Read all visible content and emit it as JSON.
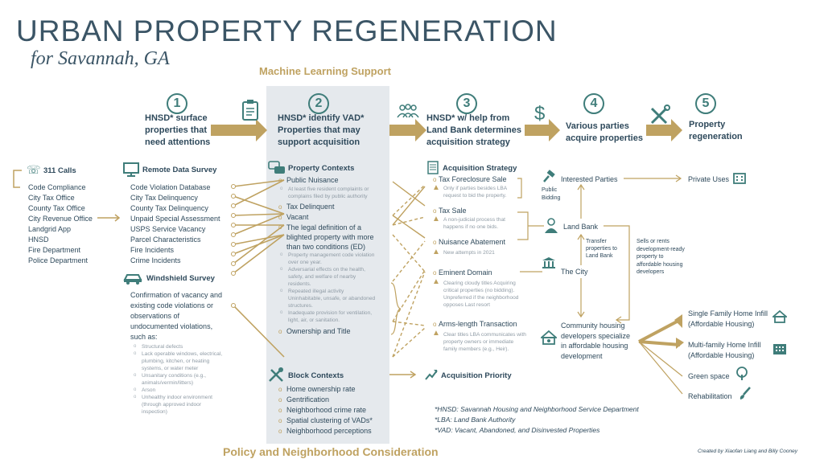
{
  "title": "URBAN PROPERTY REGENERATION",
  "subtitle": "for Savannah, GA",
  "ml_support": "Machine Learning Support",
  "policy_label": "Policy and Neighborhood Consideration",
  "steps": [
    {
      "num": "1",
      "label": "HNSD* surface properties that need attentions"
    },
    {
      "num": "2",
      "label": "HNSD* identify VAD* Properties that may support acquisition"
    },
    {
      "num": "3",
      "label": "HNSD* w/ help from Land Bank determines acquisition strategy"
    },
    {
      "num": "4",
      "label": "Various parties acquire properties"
    },
    {
      "num": "5",
      "label": "Property regeneration"
    }
  ],
  "calls": {
    "title": "311 Calls",
    "items": [
      "Code Compliance",
      "City Tax Office",
      "County Tax Office",
      "City Revenue Office",
      "Landgrid App",
      "HNSD",
      "Fire Department",
      "Police Department"
    ]
  },
  "remote": {
    "title": "Remote Data Survey",
    "items": [
      "Code Violation Database",
      "City Tax Delinquency",
      "County Tax Delinquency",
      "Unpaid Special Assessment",
      "USPS Service Vacancy",
      "Parcel Characteristics",
      "Fire Incidents",
      "Crime Incidents"
    ]
  },
  "windshield": {
    "title": "Windshield Survey",
    "desc": "Confirmation of vacancy and existing code violations or observations of undocumented violations, such as:",
    "items": [
      "Structural defects",
      "Lack operable windows, electrical, plumbing, kitchen, or heating systems, or water meter",
      "Unsanitary conditions (e.g., animals/vermin/litters)",
      "Arson",
      "Unhealthy indoor environment (through approved indoor inspection)"
    ]
  },
  "property_contexts": {
    "title": "Property Contexts",
    "public_nuisance": "Public Nuisance",
    "public_nuisance_note": "At least five resident complaints or complains filed by public authority",
    "tax_delinquent": "Tax Delinquent",
    "vacant": "Vacant",
    "blighted": "The legal definition of a blighted property with more than two conditions (ED)",
    "blighted_items": [
      "Property management code violation over one year.",
      "Adversarial effects on the health, safety, and welfare of nearby residents.",
      "Repeated illegal activity Uninhabitable, unsafe, or abandoned structures.",
      "Inadequate provision for ventilation, light, air, or sanitation."
    ],
    "ownership": "Ownership and Title"
  },
  "block_contexts": {
    "title": "Block Contexts",
    "items": [
      "Home ownership rate",
      "Gentrification",
      "Neighborhood crime rate",
      "Spatial clustering of VADs*",
      "Neighborhood perceptions"
    ]
  },
  "strategy": {
    "title": "Acquisition Strategy",
    "tax_foreclosure": "Tax Foreclosure Sale",
    "tax_foreclosure_note": "Only if parties besides LBA request to bid the property.",
    "tax_sale": "Tax Sale",
    "tax_sale_note": "A non-judicial process that happens if no one bids.",
    "nuisance": "Nuisance Abatement",
    "nuisance_note": "New attempts in 2021",
    "eminent": "Eminent Domain",
    "eminent_note": "Clearing cloudy titles Acquiring critical properties (no bidding). Unpreferred if the neighborhood opposes Last resort",
    "arms": "Arms-length Transaction",
    "arms_note": "Clear titles LBA communicates with property owners or immediate family members (e.g., Heir).",
    "priority": "Acquisition Priority"
  },
  "parties": {
    "interested": "Interested Parties",
    "public_bidding": "Public Bidding",
    "land_bank": "Land Bank",
    "transfer": "Transfer properties to Land Bank",
    "city": "The City",
    "sells": "Sells or rents development-ready property to affordable housing developers",
    "community": "Community housing developers specialize in affordable housing development"
  },
  "outcomes": {
    "private": "Private Uses",
    "single": "Single Family Home Infill (Affordable Housing)",
    "multi": "Multi-family Home Infill (Affordable Housing)",
    "green": "Green space",
    "rehab": "Rehabilitation"
  },
  "footnotes": [
    "*HNSD: Savannah Housing and Neighborhood Service Department",
    "*LBA: Land Bank Authority",
    "*VAD: Vacant, Abandoned, and Disinvested Properties"
  ],
  "credit": "Created by Xiaofan Liang and Billy Cooney",
  "colors": {
    "navy": "#2f4a5c",
    "gold": "#bfa261",
    "teal": "#3f7d7a",
    "panel": "#e5e9ed"
  }
}
